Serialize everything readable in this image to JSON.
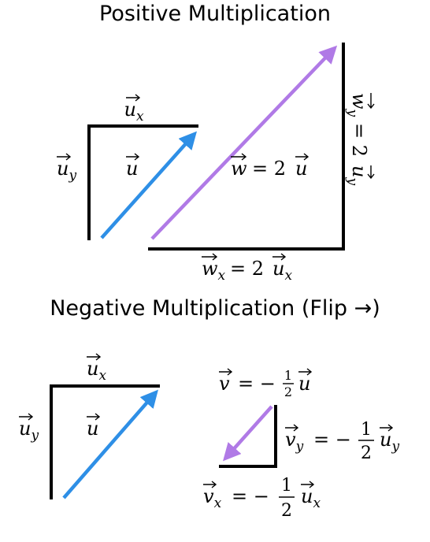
{
  "titles": {
    "positive": "Positive Multiplication",
    "negative": "Negative Multiplication (Flip →)"
  },
  "colors": {
    "u_vector": "#2e8fe6",
    "w_vector": "#b07ae6",
    "v_vector": "#b07ae6",
    "components": "#000000"
  },
  "positive": {
    "u_x_label": "u",
    "u_x_sub": "x",
    "u_y_label": "u",
    "u_y_sub": "y",
    "u_label": "u",
    "w_label_lhs": "w",
    "w_label_rhs": "= 2",
    "w_label_vec": "u",
    "w_x_lhs": "w",
    "w_x_sub": "x",
    "w_x_rhs": "= 2",
    "w_x_vec": "u",
    "w_x_vec_sub": "x",
    "w_y_text": "w",
    "w_y_sub": "y",
    "w_y_rhs": "= 2",
    "w_y_vec": "u",
    "w_y_vec_sub": "y"
  },
  "negative": {
    "u_x_label": "u",
    "u_x_sub": "x",
    "u_y_label": "u",
    "u_y_sub": "y",
    "u_label": "u",
    "v_eq_lhs": "v",
    "v_eq_mid": "= −",
    "v_eq_num": "1",
    "v_eq_den": "2",
    "v_eq_vec": "u",
    "v_y_lhs": "v",
    "v_y_sub": "y",
    "v_y_mid": "= −",
    "v_y_num": "1",
    "v_y_den": "2",
    "v_y_vec": "u",
    "v_y_vec_sub": "y",
    "v_x_lhs": "v",
    "v_x_sub": "x",
    "v_x_mid": "= −",
    "v_x_num": "1",
    "v_x_den": "2",
    "v_x_vec": "u",
    "v_x_vec_sub": "x"
  }
}
